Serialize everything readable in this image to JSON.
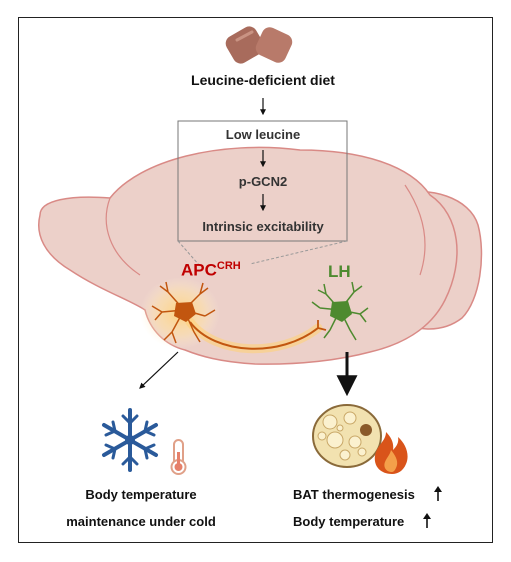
{
  "diet_label": "Leucine-deficient diet",
  "box_steps": [
    "Low leucine",
    "p-GCN2",
    "Intrinsic excitability"
  ],
  "apc_label": "APC",
  "apc_superscript": "CRH",
  "lh_label": "LH",
  "left_outcome": [
    "Body temperature",
    "maintenance under cold"
  ],
  "right_outcome": [
    "BAT thermogenesis",
    "Body temperature"
  ],
  "colors": {
    "brain_fill": "#ecd0c9",
    "brain_outline": "#d98a86",
    "apc_neuron": "#c2560f",
    "lh_neuron": "#4e8a2f",
    "apc_text": "#c00000",
    "lh_text": "#4e8a2f",
    "snowflake": "#2a5a9a",
    "fire": "#d9541a",
    "food": "#a86b5c"
  },
  "icons": [
    "food-pellets-icon",
    "snowflake-icon",
    "thermometer-icon",
    "fat-cell-icon",
    "fire-icon",
    "up-arrow-icon"
  ]
}
